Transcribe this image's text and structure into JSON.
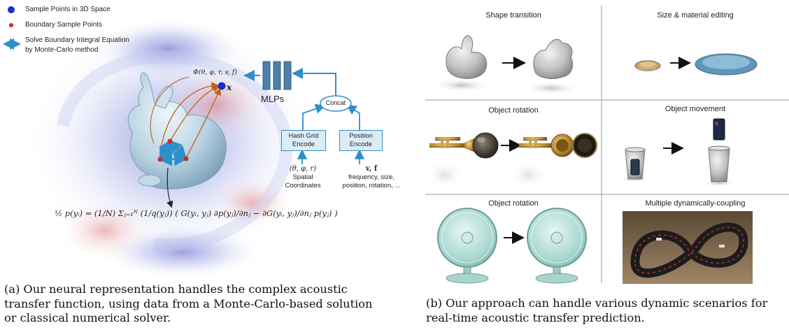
{
  "left": {
    "legend": {
      "sample_points": "Sample Points in 3D Space",
      "boundary_points": "Boundary Sample Points",
      "solve_line1": "Solve Boundary Integral Equation",
      "solve_line2": "by Monte-Carlo method"
    },
    "phi_label": "Φ(θ, φ, r, v, f)",
    "x_label": "x",
    "mlps_label": "MLPs",
    "concat_label": "Concat",
    "hash_grid": {
      "line1": "Hash Grid",
      "line2": "Encode"
    },
    "position_enc": {
      "line1": "Position",
      "line2": "Encode"
    },
    "spatial": {
      "symbols": "(θ, φ, r)",
      "line1": "Spatial",
      "line2": "Coordinates"
    },
    "params": {
      "symbols": "v, f",
      "line1": "frequency, size,",
      "line2": "position, rotation, ..."
    },
    "equation": "½ p(yᵢ) = (1/N) Σⱼ₌₁ᴺ (1/q(yⱼ)) ( G(yᵢ, yⱼ) ∂p(yⱼ)/∂nⱼ − ∂G(yᵢ, yⱼ)/∂nⱼ p(yⱼ) )",
    "caption": [
      "(a) Our neural representation handles the complex acoustic",
      "transfer function, using data from a Monte-Carlo-based solution",
      "or classical numerical solver."
    ]
  },
  "right": {
    "cells": [
      {
        "title": "Shape transition"
      },
      {
        "title": "Size & material editing"
      },
      {
        "title": "Object rotation"
      },
      {
        "title": "Object movement"
      },
      {
        "title": "Object rotation"
      },
      {
        "title": "Multiple dynamically-coupling"
      }
    ],
    "caption": [
      "(b) Our approach can handle various dynamic scenarios for",
      "real-time acoustic transfer prediction."
    ]
  },
  "colors": {
    "accent_blue": "#2f8fc9",
    "point_blue": "#1530c8",
    "point_red": "#d02a1e",
    "arc_orange": "#c0601a"
  }
}
